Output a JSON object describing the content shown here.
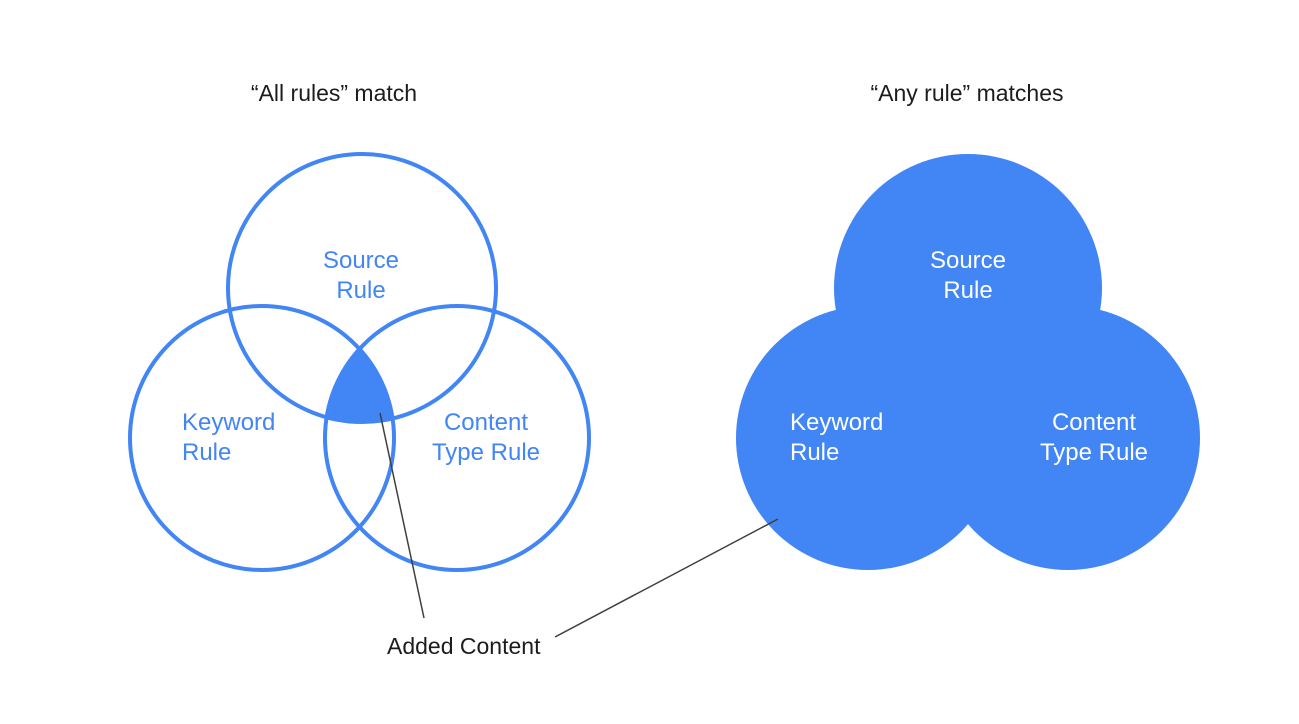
{
  "colors": {
    "accent_blue": "#4285F4",
    "label_white": "#FFFFFF",
    "text_dark": "#1C1C1C",
    "connector_gray": "#3F3F3F",
    "background": "#FFFFFF"
  },
  "left_diagram": {
    "title": "“All rules” match",
    "source_label": "Source\nRule",
    "keyword_label": "Keyword\nRule",
    "content_type_label": "Content\nType Rule"
  },
  "right_diagram": {
    "title": "“Any rule” matches",
    "source_label": "Source\nRule",
    "keyword_label": "Keyword\nRule",
    "content_type_label": "Content\nType Rule"
  },
  "annotation": {
    "label": "Added Content"
  }
}
